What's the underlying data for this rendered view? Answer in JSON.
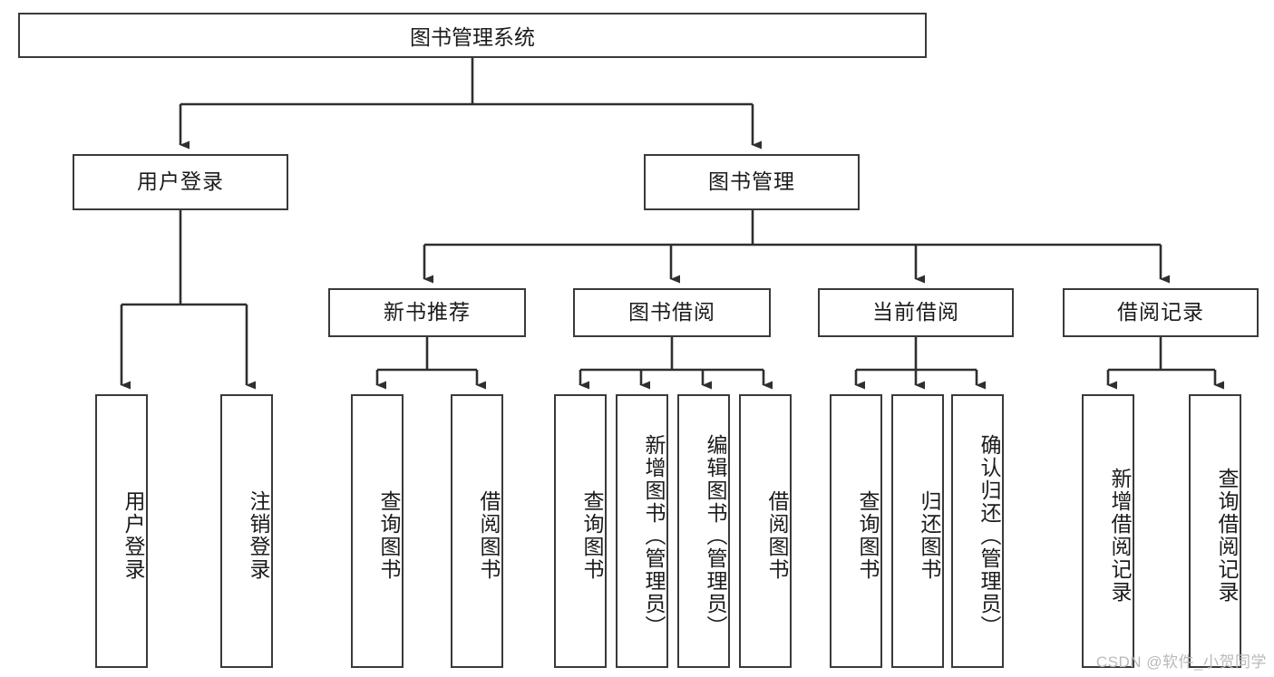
{
  "diagram": {
    "title": "图书管理系统",
    "type": "tree-hierarchy-diagram",
    "stroke_color": "#3a3a3a",
    "fill_color": "#ffffff",
    "text_color": "#1b1b1b",
    "nodes": {
      "root": {
        "label": "图书管理系统"
      },
      "level2": [
        {
          "id": "user-login",
          "label": "用户登录"
        },
        {
          "id": "book-manage",
          "label": "图书管理"
        }
      ],
      "level3": [
        {
          "id": "new-book-recommend",
          "label": "新书推荐"
        },
        {
          "id": "book-borrow",
          "label": "图书借阅"
        },
        {
          "id": "current-borrow",
          "label": "当前借阅"
        },
        {
          "id": "borrow-record",
          "label": "借阅记录"
        }
      ],
      "leaves": [
        {
          "id": "leaf-user-login",
          "label": "用户登录"
        },
        {
          "id": "leaf-logout-login",
          "label": "注销登录"
        },
        {
          "id": "leaf-query-book-1",
          "label": "查询图书"
        },
        {
          "id": "leaf-borrow-book-1",
          "label": "借阅图书"
        },
        {
          "id": "leaf-query-book-2",
          "label": "查询图书"
        },
        {
          "id": "leaf-add-book",
          "label": "新增图书（管理员）"
        },
        {
          "id": "leaf-edit-book",
          "label": "编辑图书（管理员）"
        },
        {
          "id": "leaf-borrow-book-2",
          "label": "借阅图书"
        },
        {
          "id": "leaf-query-book-3",
          "label": "查询图书"
        },
        {
          "id": "leaf-return-book",
          "label": "归还图书"
        },
        {
          "id": "leaf-confirm-return",
          "label": "确认归还（管理员）"
        },
        {
          "id": "leaf-add-record",
          "label": "新增借阅记录"
        },
        {
          "id": "leaf-query-record",
          "label": "查询借阅记录"
        }
      ]
    },
    "watermark": "CSDN @软件_小贺同学"
  }
}
